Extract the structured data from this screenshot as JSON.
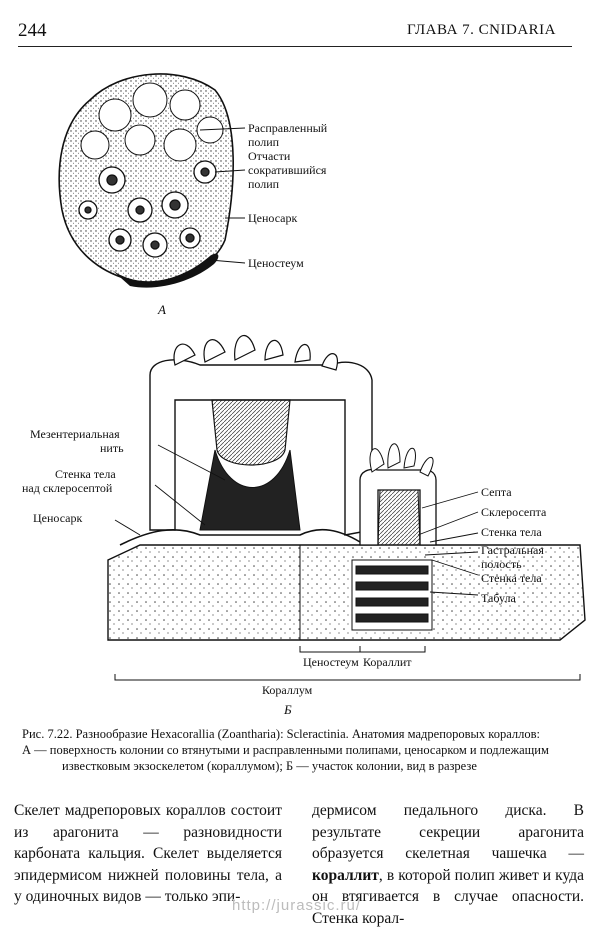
{
  "header": {
    "page_number": "244",
    "chapter": "ГЛАВА 7. CNIDARIA"
  },
  "figure_a": {
    "labels": [
      "Расправленный",
      "полип",
      "Отчасти",
      "сократившийся",
      "полип",
      "Ценосарк",
      "Ценостеум"
    ],
    "panel_letter": "А"
  },
  "figure_b": {
    "left_labels": [
      "Мезентериальная",
      "нить",
      "Стенка тела",
      "над склеросептой",
      "Ценосарк"
    ],
    "right_labels": [
      "Септа",
      "Склеросепта",
      "Стенка тела",
      "Гастральная",
      "полость",
      "Стенка тела",
      "Табула"
    ],
    "bottom_labels": [
      "Ценостеум",
      "Кораллит",
      "Кораллум"
    ],
    "panel_letter": "Б"
  },
  "caption": {
    "first_line": "Рис. 7.22. Разнообразие Hexacorallia (Zoantharia): Scleractinia. Анатомия мадрепоровых кораллов:",
    "rest": "А — поверхность колонии со втянутыми и расправленными полипами, ценосарком и подлежащим известковым экзоскелетом (кораллумом); Б — участок колонии, вид в разрезе"
  },
  "body": {
    "left_text": "Скелет мадрепоровых кораллов состоит из арагонита — разновидности карбоната кальция. Скелет выделяется эпидермисом нижней половины тела, а у одиночных видов — только эпи-",
    "right_text_before_bold": "дермисом педального диска. В результате секреции арагонита образуется скелетная чашечка — ",
    "right_text_bold": "кораллит",
    "right_text_after_bold": ", в которой полип живет и куда он втягивается в случае опасности. Стенка корал-"
  },
  "watermark": "http://jurassic.ru/"
}
